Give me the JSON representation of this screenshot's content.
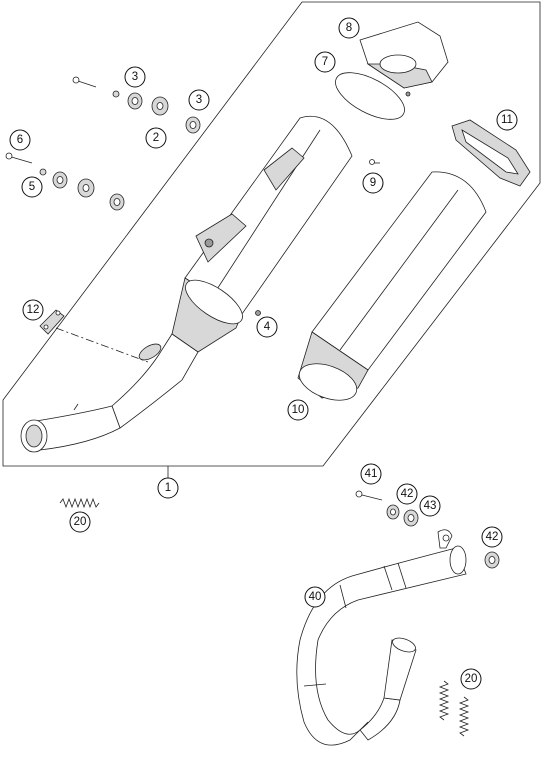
{
  "callouts": [
    {
      "id": "8",
      "label": "8"
    },
    {
      "id": "7",
      "label": "7"
    },
    {
      "id": "3a",
      "label": "3"
    },
    {
      "id": "3b",
      "label": "3"
    },
    {
      "id": "2",
      "label": "2"
    },
    {
      "id": "6",
      "label": "6"
    },
    {
      "id": "5",
      "label": "5"
    },
    {
      "id": "11",
      "label": "11"
    },
    {
      "id": "9",
      "label": "9"
    },
    {
      "id": "12",
      "label": "12"
    },
    {
      "id": "4",
      "label": "4"
    },
    {
      "id": "10",
      "label": "10"
    },
    {
      "id": "1",
      "label": "1"
    },
    {
      "id": "41",
      "label": "41"
    },
    {
      "id": "42a",
      "label": "42"
    },
    {
      "id": "43",
      "label": "43"
    },
    {
      "id": "42b",
      "label": "42"
    },
    {
      "id": "20a",
      "label": "20"
    },
    {
      "id": "40",
      "label": "40"
    },
    {
      "id": "20b",
      "label": "20"
    }
  ]
}
